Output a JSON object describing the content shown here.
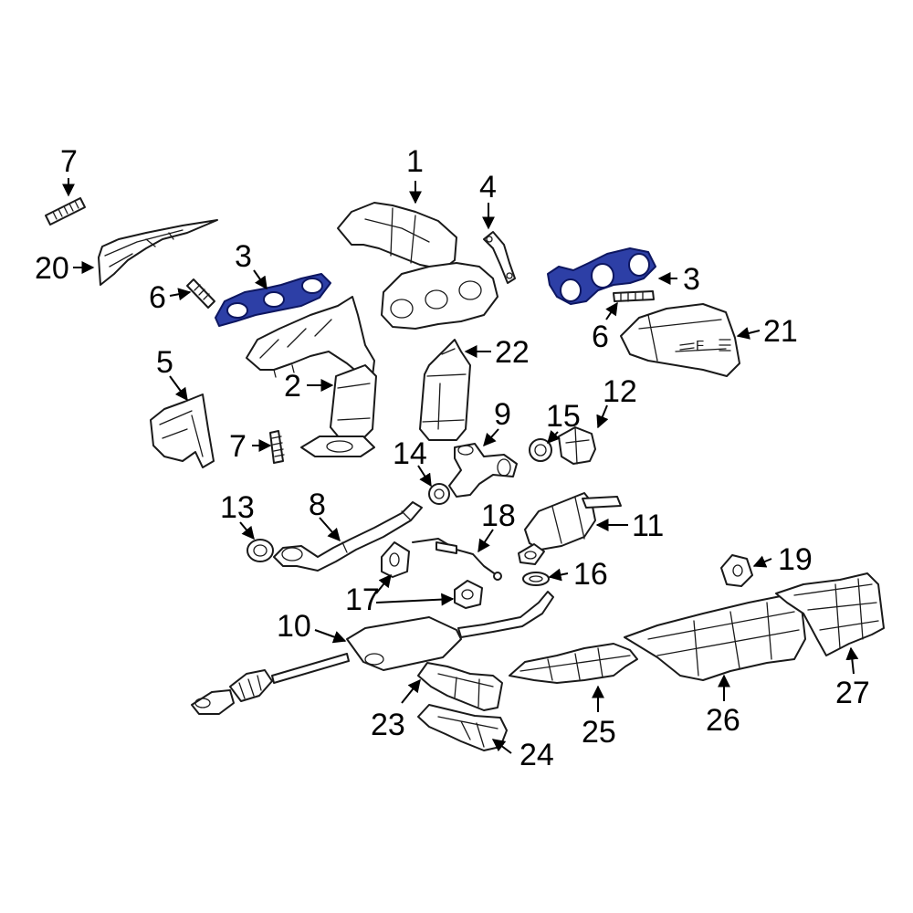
{
  "diagram": {
    "callouts": {
      "c1": "1",
      "c2": "2",
      "c3a": "3",
      "c3b": "3",
      "c4": "4",
      "c5": "5",
      "c6a": "6",
      "c6b": "6",
      "c7a": "7",
      "c7b": "7",
      "c8": "8",
      "c9": "9",
      "c10": "10",
      "c11": "11",
      "c12": "12",
      "c13": "13",
      "c14": "14",
      "c15": "15",
      "c16": "16",
      "c17": "17",
      "c18": "18",
      "c19": "19",
      "c20": "20",
      "c21": "21",
      "c22": "22",
      "c23": "23",
      "c24": "24",
      "c25": "25",
      "c26": "26",
      "c27": "27"
    },
    "heat_shield_stamp": "F",
    "highlight_color": "#2d3fa6",
    "line_color": "#1a1a1a"
  }
}
